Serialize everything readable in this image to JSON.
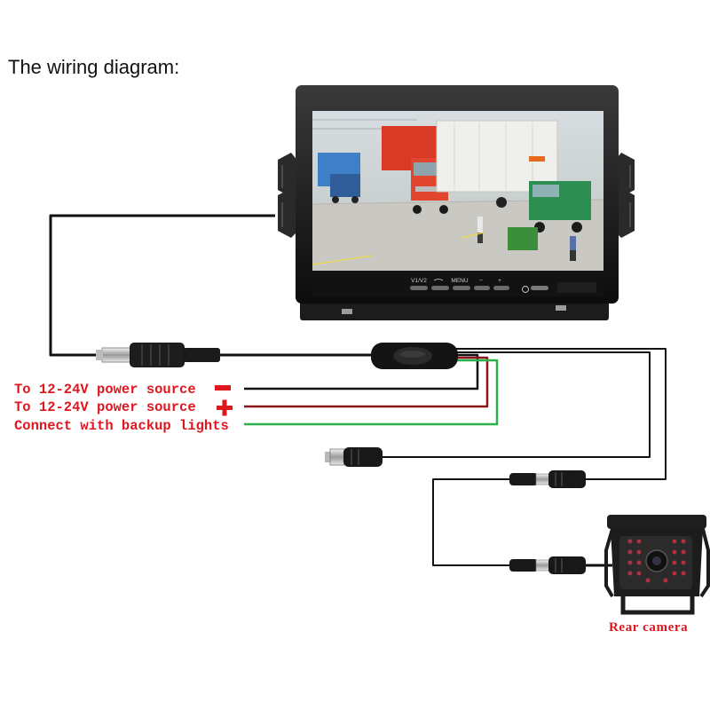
{
  "heading": "The wiring diagram:",
  "wire_labels": [
    {
      "text": "To 12-24V power source",
      "polarity": "negative-sign",
      "wire_color": "#111111"
    },
    {
      "text": "To 12-24V power source",
      "polarity": "positive-sign",
      "wire_color": "#8a1418"
    },
    {
      "text": "Connect with backup lights",
      "polarity": "",
      "wire_color": "#2bb24a"
    }
  ],
  "camera_label": "Rear camera",
  "monitor_buttons": [
    "V1/V2",
    "MENU",
    "−",
    "+"
  ],
  "colors": {
    "label_red": "#e0161f",
    "cable_black": "#111111",
    "wire_red": "#8a1418",
    "wire_green": "#2bb24a"
  }
}
